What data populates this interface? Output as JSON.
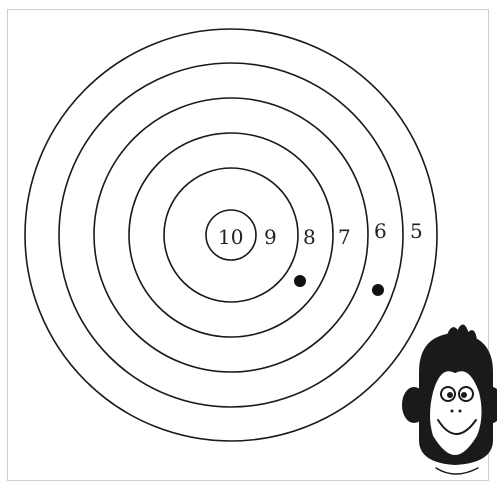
{
  "target": {
    "ring_labels": [
      "10",
      "9",
      "8",
      "7",
      "6",
      "5"
    ],
    "hits": 2
  },
  "colors": {
    "ink": "#1a1a1a",
    "background": "#ffffff"
  },
  "character": {
    "icon": "monkey-face-icon"
  }
}
